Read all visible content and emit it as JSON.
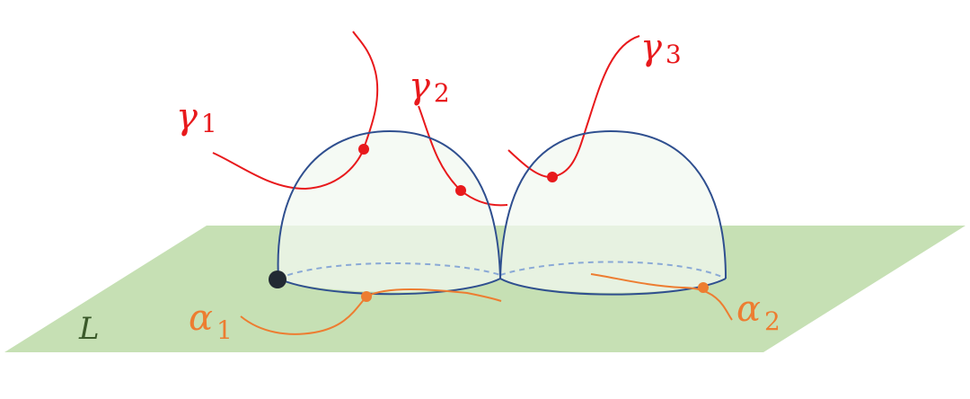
{
  "labels": {
    "plane": "L",
    "gamma1": {
      "sym": "γ",
      "sub": "1"
    },
    "gamma2": {
      "sym": "γ",
      "sub": "2"
    },
    "gamma3": {
      "sym": "γ",
      "sub": "3"
    },
    "alpha1": {
      "sym": "α",
      "sub": "1"
    },
    "alpha2": {
      "sym": "α",
      "sub": "2"
    }
  },
  "colors": {
    "plane_fill": "#c6e0b4",
    "plane_label": "#3a5a2a",
    "dome_stroke": "#2f4f8f",
    "dome_fill": "#eef6ee",
    "dashed": "#8aa9d6",
    "gamma": "#e8191c",
    "alpha": "#ed7d31",
    "basepoint": "#222a33"
  }
}
